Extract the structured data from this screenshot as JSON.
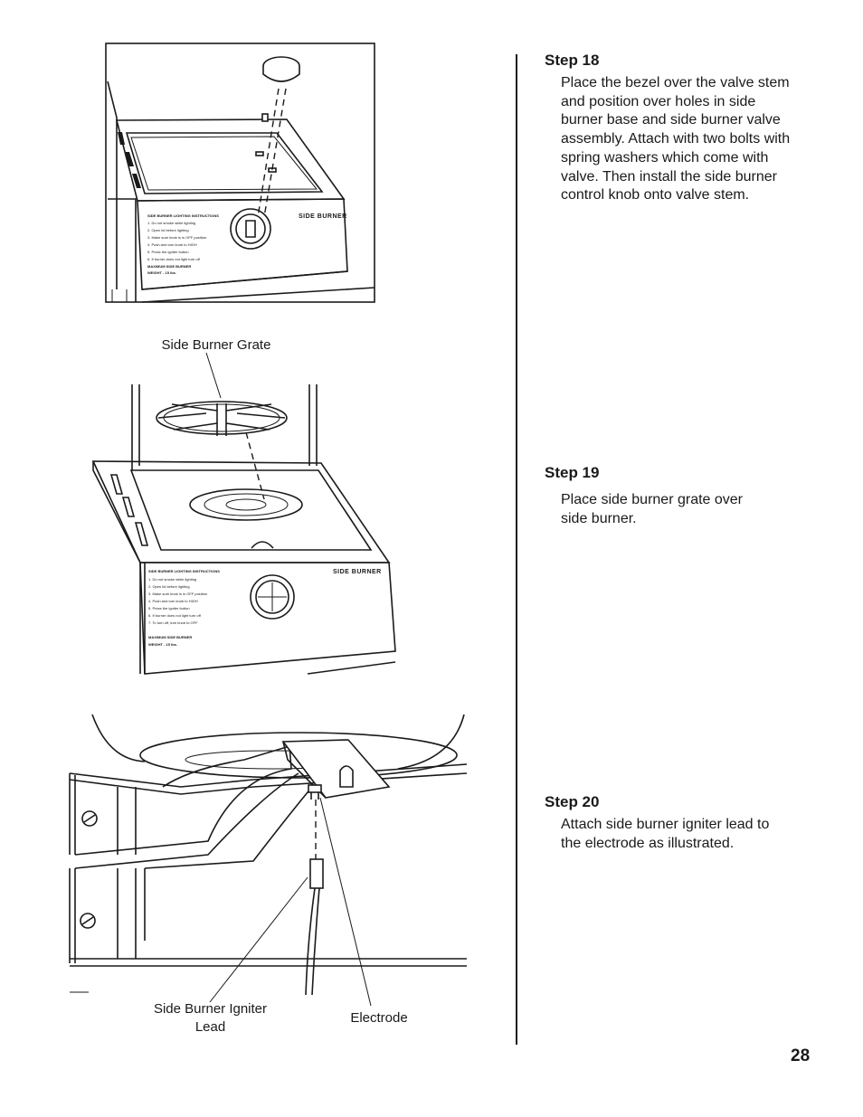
{
  "steps": [
    {
      "title": "Step 18",
      "body": "Place the bezel over the valve stem\nand position over holes in side\nburner base and side burner valve\nassembly. Attach with two bolts with\nspring washers which come with\nvalve. Then install the side burner\ncontrol knob onto valve stem."
    },
    {
      "title": "Step 19",
      "body": "Place side burner grate over\nside burner."
    },
    {
      "title": "Step 20",
      "body": "Attach side burner igniter lead to\nthe electrode as illustrated."
    }
  ],
  "figure_labels": {
    "grate": "Side Burner Grate",
    "igniter_lead": "Side Burner Igniter\nLead",
    "electrode": "Electrode"
  },
  "panel_text": {
    "side_burner": "SIDE BURNER"
  },
  "page_number": "28"
}
